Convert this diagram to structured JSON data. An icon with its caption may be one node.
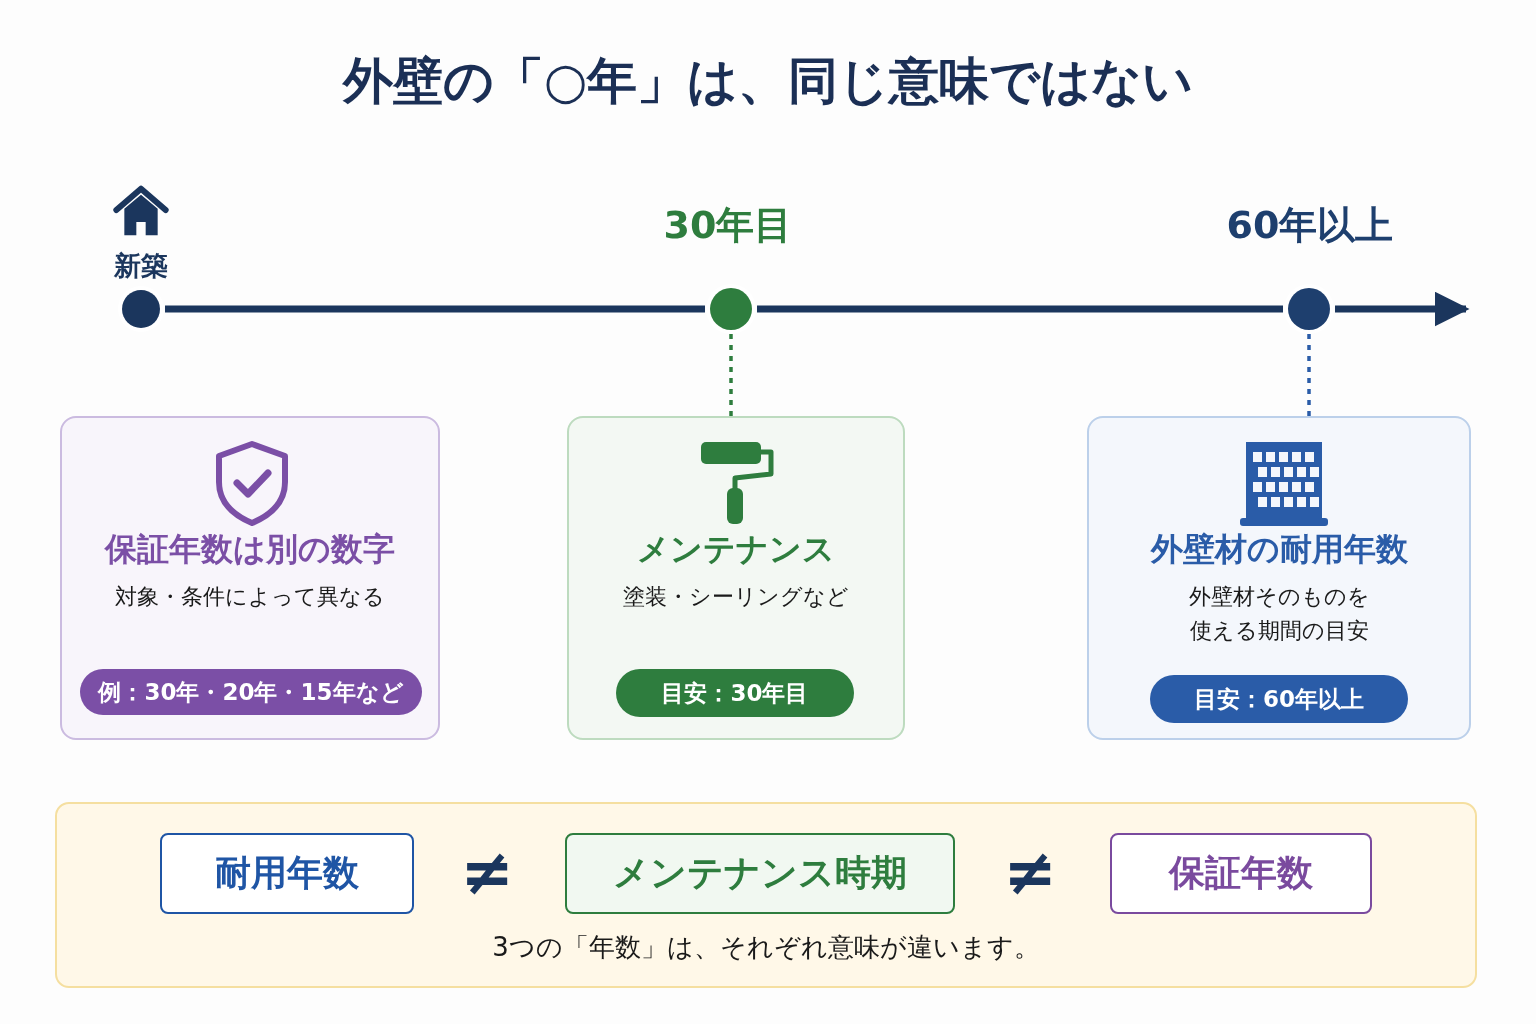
{
  "diagram": {
    "title": "外壁の「○年」は、同じ意味ではない",
    "nodes": [
      {
        "text": [],
        "shape": "circle",
        "beside": [
          "新築"
        ]
      },
      {
        "text": [],
        "shape": "circle",
        "beside": [
          "30年目"
        ]
      },
      {
        "text": [],
        "shape": "circle",
        "beside": [
          "60年以上"
        ]
      },
      {
        "text": [
          "保証年数は別の数字",
          "対象・条件によって異なる"
        ]
      },
      {
        "text": [
          "例：30年・20年・15年など"
        ],
        "in": 3
      },
      {
        "text": [
          "メンテナンス",
          "塗装・シーリングなど"
        ]
      },
      {
        "text": [
          "目安：30年目"
        ],
        "in": 5
      },
      {
        "text": [
          "外壁材の耐用年数",
          "外壁材そのものを使える期間の目安"
        ]
      },
      {
        "text": [
          "目安：60年以上"
        ],
        "in": 7
      },
      {
        "text": [
          "3つの「年数」は、それぞれ意味が違います。"
        ]
      },
      {
        "text": [
          "耐用年数"
        ],
        "in": 9
      },
      {
        "text": [
          "メンテナンス時期"
        ],
        "in": 9
      },
      {
        "text": [
          "保証年数"
        ],
        "in": 9
      }
    ],
    "edges": [
      {
        "from": 0,
        "to": 1,
        "arrow": "none"
      },
      {
        "from": 1,
        "to": 2,
        "arrow": "none"
      },
      {
        "from": 2,
        "to": null,
        "arrow": "to"
      },
      {
        "from": 1,
        "to": 5,
        "arrow": "none",
        "style": "dashed",
        "color": "#2e7d3e"
      },
      {
        "from": 2,
        "to": 7,
        "arrow": "none",
        "style": "dashed",
        "color": "#2a5ca8"
      }
    ],
    "labels": [
      "≠",
      "≠"
    ]
  }
}
